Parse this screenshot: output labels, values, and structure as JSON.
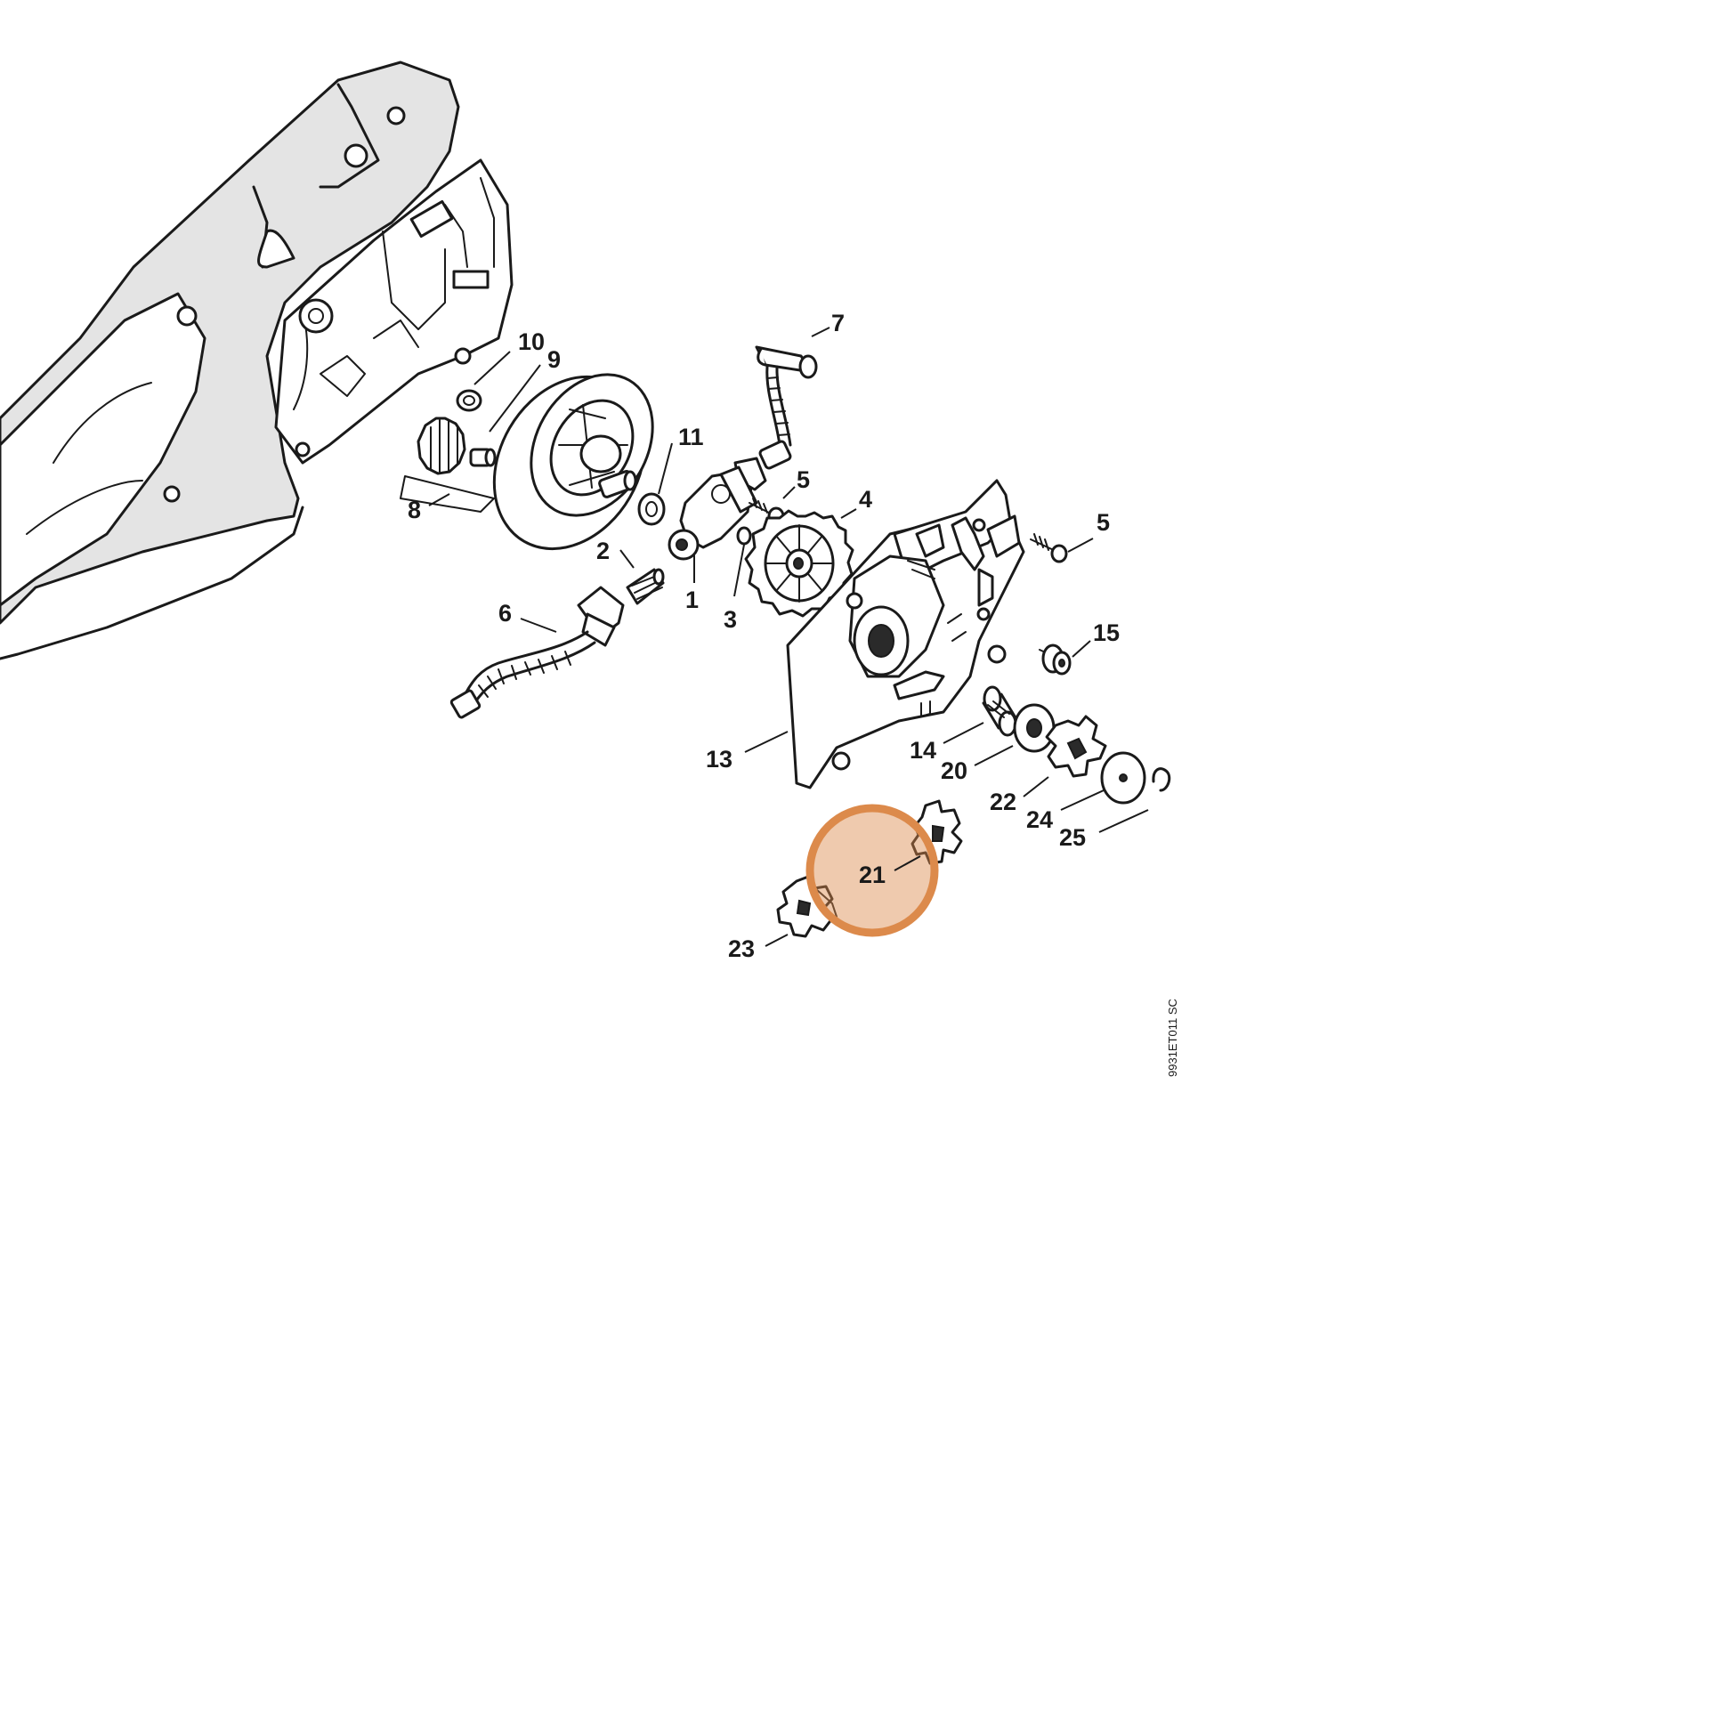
{
  "diagram": {
    "drawing_code": "9931ET011 SC",
    "highlight": {
      "part": "21",
      "color": "#dc8a4b"
    },
    "callouts": [
      {
        "id": "1",
        "text": "1"
      },
      {
        "id": "2",
        "text": "2"
      },
      {
        "id": "3",
        "text": "3"
      },
      {
        "id": "4",
        "text": "4"
      },
      {
        "id": "5a",
        "text": "5"
      },
      {
        "id": "5b",
        "text": "5"
      },
      {
        "id": "6",
        "text": "6"
      },
      {
        "id": "7",
        "text": "7"
      },
      {
        "id": "8",
        "text": "8"
      },
      {
        "id": "9",
        "text": "9"
      },
      {
        "id": "10",
        "text": "10"
      },
      {
        "id": "11",
        "text": "11"
      },
      {
        "id": "13",
        "text": "13"
      },
      {
        "id": "14",
        "text": "14"
      },
      {
        "id": "15",
        "text": "15"
      },
      {
        "id": "20",
        "text": "20"
      },
      {
        "id": "21",
        "text": "21"
      },
      {
        "id": "22",
        "text": "22"
      },
      {
        "id": "23",
        "text": "23"
      },
      {
        "id": "24",
        "text": "24"
      },
      {
        "id": "25",
        "text": "25"
      }
    ]
  }
}
